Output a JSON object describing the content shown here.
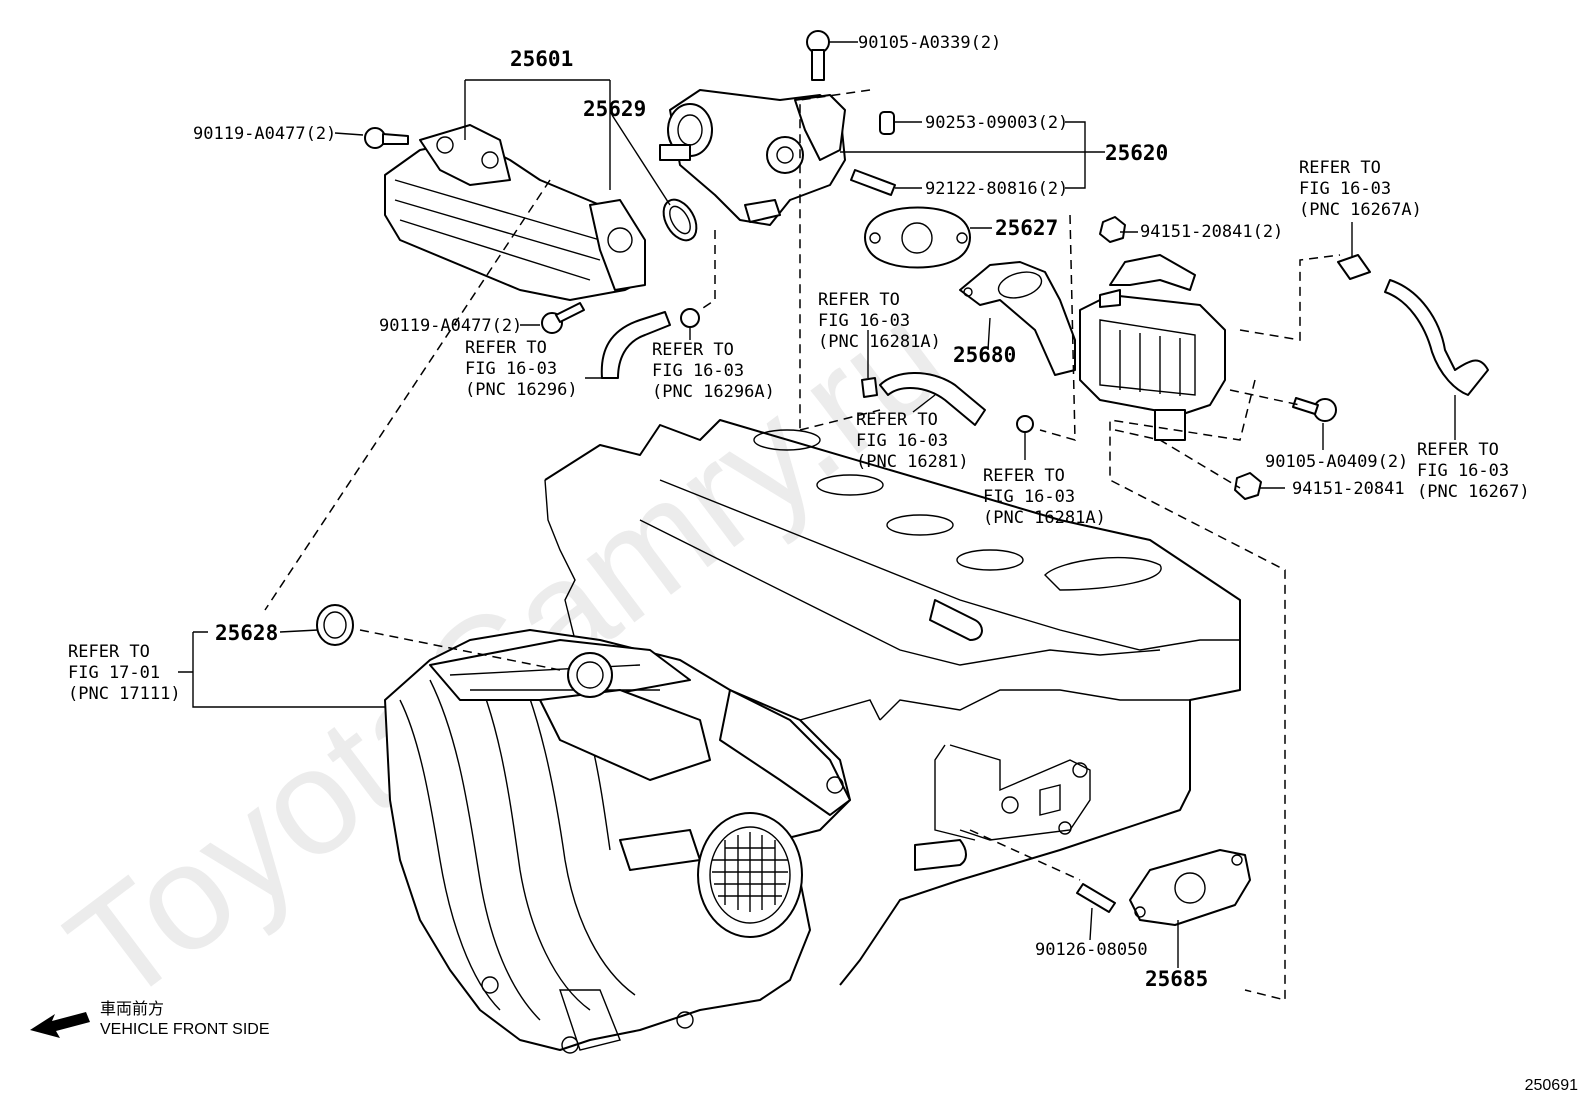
{
  "watermark": "ToyotaCamry.ru",
  "figure_id": "250691",
  "vehicle_front": {
    "native": "車両前方",
    "english": "VEHICLE FRONT SIDE"
  },
  "part_numbers": {
    "p25601": "25601",
    "p25629": "25629",
    "p25620": "25620",
    "p25627": "25627",
    "p25680": "25680",
    "p25628": "25628",
    "p25685": "25685"
  },
  "part_labels": {
    "bolt_90105_a0339": "90105-A0339(2)",
    "bolt_90119_a0477_top": "90119-A0477(2)",
    "bolt_90119_a0477_bottom": "90119-A0477(2)",
    "pin_90253_09003": "90253-09003(2)",
    "stud_92122_80816": "92122-80816(2)",
    "nut_94151_20841_2": "94151-20841(2)",
    "bolt_90105_a0409": "90105-A0409(2)",
    "nut_94151_20841": "94151-20841",
    "stud_90126_08050": "90126-08050"
  },
  "references": {
    "r16296": [
      "REFER TO",
      "FIG 16-03",
      "(PNC 16296)"
    ],
    "r16296a": [
      "REFER TO",
      "FIG 16-03",
      "(PNC 16296A)"
    ],
    "r16281a_top": [
      "REFER TO",
      "FIG 16-03",
      "(PNC 16281A)"
    ],
    "r16281": [
      "REFER TO",
      "FIG 16-03",
      "(PNC 16281)"
    ],
    "r16281a_bottom": [
      "REFER TO",
      "FIG 16-03",
      "(PNC 16281A)"
    ],
    "r16267a": [
      "REFER TO",
      "FIG 16-03",
      "(PNC 16267A)"
    ],
    "r16267": [
      "REFER TO",
      "FIG 16-03",
      "(PNC 16267)"
    ],
    "r17111": [
      "REFER TO",
      "FIG 17-01",
      "(PNC 17111)"
    ]
  }
}
